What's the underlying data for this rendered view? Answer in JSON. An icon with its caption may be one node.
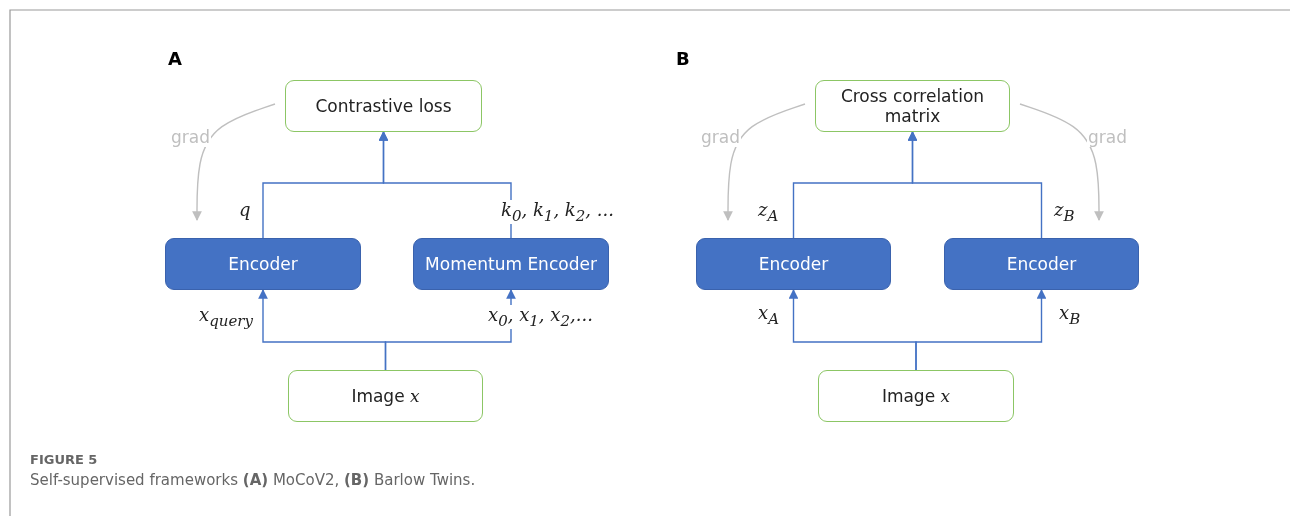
{
  "diagram": {
    "title": "FIGURE 5",
    "caption": "Self-supervised frameworks **(A)** MoCoV2, **(B)** Barlow Twins.",
    "nodes": [
      {
        "text": [
          "Contrastive loss"
        ]
      },
      {
        "text": [
          "Encoder"
        ]
      },
      {
        "text": [
          "Momentum Encoder"
        ]
      },
      {
        "text": [
          "Image *x*"
        ]
      },
      {
        "text": [
          "Cross correlation matrix"
        ]
      },
      {
        "text": [
          "Encoder"
        ]
      },
      {
        "text": [
          "Encoder"
        ]
      },
      {
        "text": [
          "Image *x*"
        ]
      }
    ],
    "edges": [
      {
        "from": 1,
        "to": 0,
        "arrow": "to",
        "label": "q"
      },
      {
        "from": 2,
        "to": 0,
        "arrow": "to",
        "label": "k$_{0}$, k$_{1}$, k$_{2}$, ..."
      },
      {
        "from": 3,
        "to": 1,
        "arrow": "to",
        "label": "x$_{query}$"
      },
      {
        "from": 3,
        "to": 2,
        "arrow": "to",
        "label": "x$_{0}$, x$_{1}$, x$_{2}$,..."
      },
      {
        "from": 0,
        "to": 1,
        "arrow": "to",
        "label": "grad",
        "color": "#bfbfbf"
      },
      {
        "from": 5,
        "to": 4,
        "arrow": "to",
        "label": "z$_{A}$"
      },
      {
        "from": 6,
        "to": 4,
        "arrow": "to",
        "label": "z$_{B}$"
      },
      {
        "from": 7,
        "to": 5,
        "arrow": "to",
        "label": "x$_{A}$"
      },
      {
        "from": 7,
        "to": 6,
        "arrow": "to",
        "label": "x$_{B}$"
      },
      {
        "from": 4,
        "to": 5,
        "arrow": "to",
        "label": "grad",
        "color": "#bfbfbf"
      },
      {
        "from": 4,
        "to": 6,
        "arrow": "to",
        "label": "grad",
        "color": "#bfbfbf"
      }
    ],
    "labels": [
      "A",
      "B"
    ]
  }
}
